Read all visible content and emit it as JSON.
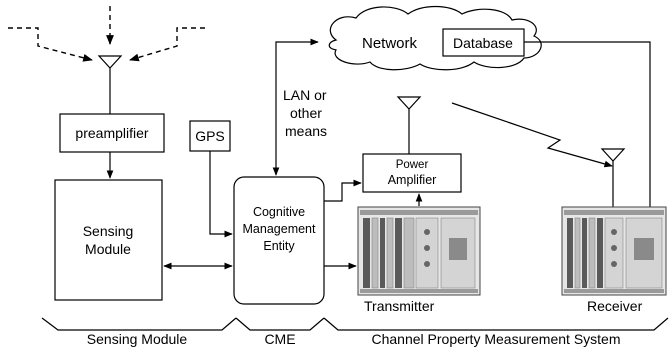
{
  "labels": {
    "network": "Network",
    "database": "Database",
    "lan": [
      "LAN or",
      "other",
      "means"
    ],
    "preamplifier": "preamplifier",
    "gps": "GPS",
    "sensing_module_box": [
      "Sensing",
      "Module"
    ],
    "cme_box": [
      "Cognitive",
      "Management",
      "Entity"
    ],
    "power_amplifier": [
      "Power",
      "Amplifier"
    ],
    "transmitter": "Transmitter",
    "receiver": "Receiver"
  },
  "sections": {
    "sensing_module": "Sensing Module",
    "cme": "CME",
    "channel_property": "Channel Property Measurement System"
  },
  "icons": {
    "antenna": "antenna-icon",
    "cloud": "cloud-icon",
    "rack": "equipment-rack-icon",
    "lightning": "radio-link-icon"
  }
}
